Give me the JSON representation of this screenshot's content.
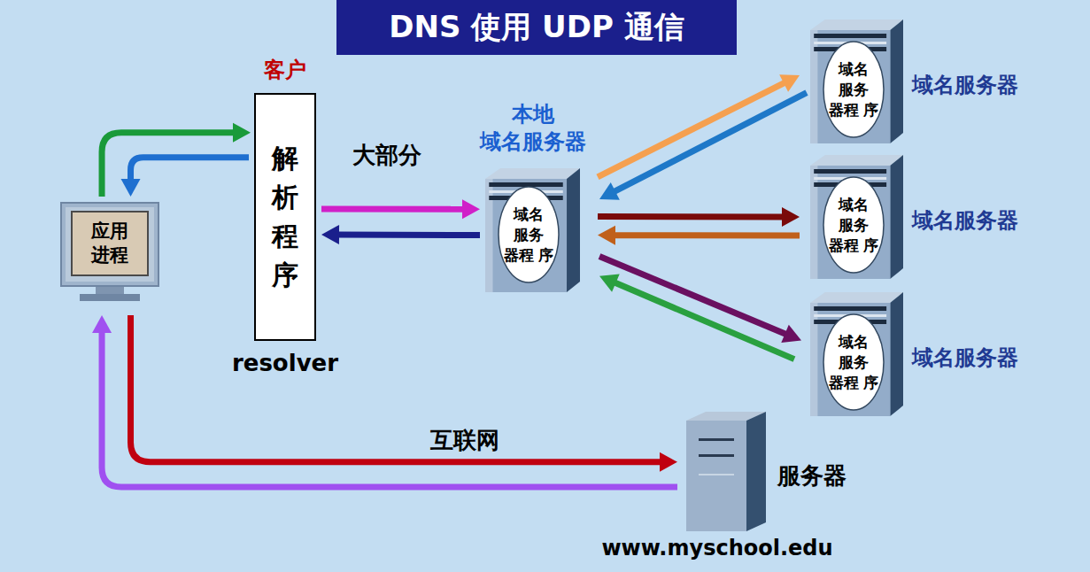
{
  "diagram": {
    "title": "DNS 使用 UDP 通信",
    "nodes": [
      {
        "text": [
          "应用 进程"
        ]
      },
      {
        "text": [
          "客户",
          "解 析 程 序",
          "resolver"
        ]
      },
      {
        "text": [
          "本地 域名服务器"
        ]
      },
      {
        "text": [
          "域名 服务 器程 序"
        ],
        "in": 2
      },
      {
        "text": [
          "域名服务器"
        ]
      },
      {
        "text": [
          "域名 服务 器程 序"
        ],
        "in": 4
      },
      {
        "text": [
          "域名服务器"
        ]
      },
      {
        "text": [
          "域名 服务 器程 序"
        ],
        "in": 6
      },
      {
        "text": [
          "域名服务器"
        ]
      },
      {
        "text": [
          "域名 服务 器程 序"
        ],
        "in": 8
      },
      {
        "text": [
          "服务器",
          "www.myschool.edu"
        ]
      }
    ],
    "edges": [
      {
        "from": 0,
        "to": 1,
        "arrow": "to"
      },
      {
        "from": 1,
        "to": 0,
        "arrow": "to"
      },
      {
        "from": 1,
        "to": 2,
        "arrow": "to",
        "label": "大部分"
      },
      {
        "from": 2,
        "to": 1,
        "arrow": "to"
      },
      {
        "from": 2,
        "to": 4,
        "arrow": "to"
      },
      {
        "from": 4,
        "to": 2,
        "arrow": "to"
      },
      {
        "from": 2,
        "to": 6,
        "arrow": "to"
      },
      {
        "from": 6,
        "to": 2,
        "arrow": "to"
      },
      {
        "from": 2,
        "to": 8,
        "arrow": "to"
      },
      {
        "from": 8,
        "to": 2,
        "arrow": "to"
      },
      {
        "from": 0,
        "to": 10,
        "arrow": "to",
        "label": "互联网"
      },
      {
        "from": 10,
        "to": 0,
        "arrow": "to"
      }
    ]
  }
}
